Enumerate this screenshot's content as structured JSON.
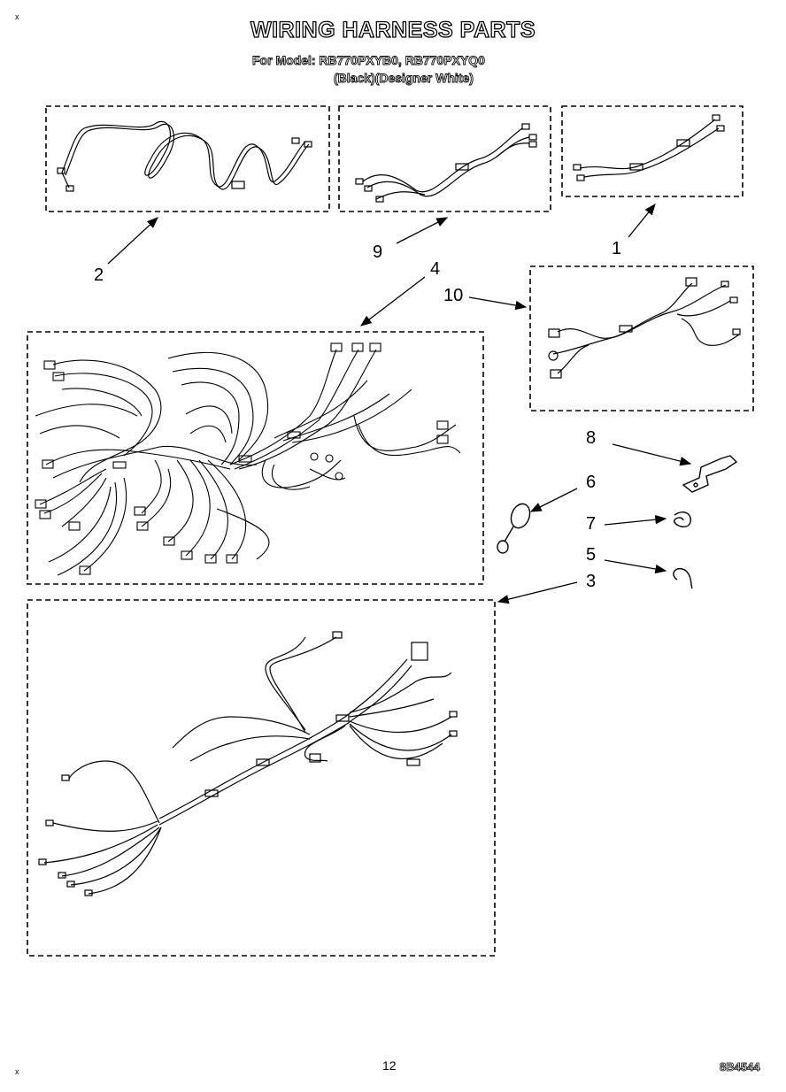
{
  "header": {
    "title": "WIRING HARNESS PARTS",
    "model_line": "For Model: RB770PXYB0, RB770PXYQ0",
    "variant_line": "(Black)(Designer White)"
  },
  "callouts": {
    "c1": "1",
    "c2": "2",
    "c3": "3",
    "c4": "4",
    "c5": "5",
    "c6": "6",
    "c7": "7",
    "c8": "8",
    "c9": "9",
    "c10": "10"
  },
  "footer": {
    "page_number": "12",
    "doc_number": "8B4544"
  },
  "marks": {
    "corner": "x"
  }
}
